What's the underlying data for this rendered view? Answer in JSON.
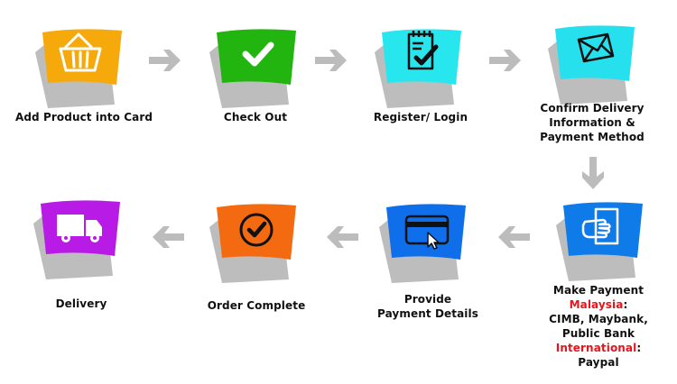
{
  "steps": [
    {
      "label": "Add Product into Card",
      "color": "#F5A90B",
      "icon": "shopping-basket-icon"
    },
    {
      "label": "Check Out",
      "color": "#22B50F",
      "icon": "checkmark-icon"
    },
    {
      "label": "Register/ Login",
      "color": "#27E6EE",
      "icon": "checklist-clipboard-icon"
    },
    {
      "label_lines": [
        "Confirm Delivery",
        "Information &",
        "Payment Method"
      ],
      "color": "#27E0EE",
      "icon": "envelope-icon"
    },
    {
      "label": "Make Payment",
      "color": "#0F7BE8",
      "icon": "hand-document-icon",
      "malaysia_label": "Malaysia",
      "malaysia_banks": "CIMB, Maybank,",
      "malaysia_banks_2": "Public Bank",
      "international_label": "International",
      "international_option": "Paypal",
      "colon": ":"
    },
    {
      "label_lines": [
        "Provide",
        "Payment Details"
      ],
      "color": "#0F6FEA",
      "icon": "card-cursor-icon"
    },
    {
      "label": "Order Complete",
      "color": "#F36A10",
      "icon": "circle-check-icon"
    },
    {
      "label": "Delivery",
      "color": "#B81BE6",
      "icon": "delivery-truck-icon"
    }
  ],
  "colors": {
    "shadow": "#BDBDBD",
    "arrow": "#BCBCBC",
    "highlight": "#E8141B"
  }
}
